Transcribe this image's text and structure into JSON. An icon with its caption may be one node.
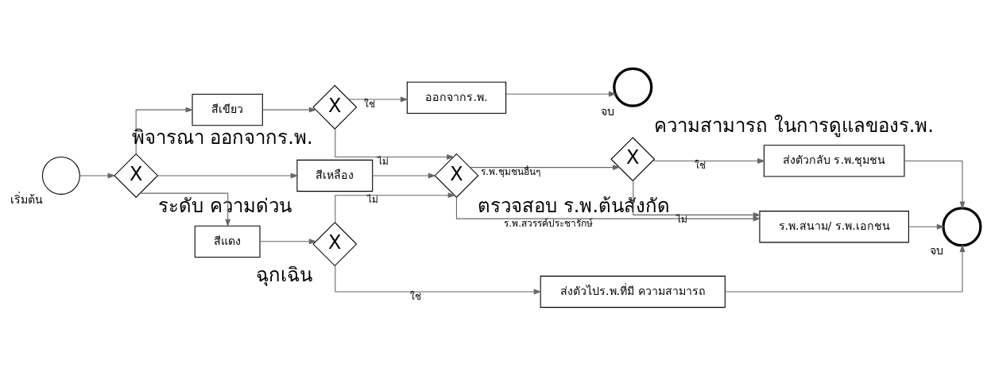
{
  "diagram": {
    "nodes": [
      {
        "text": [],
        "shape": "circle",
        "beside": [
          "เริ่มต้น"
        ]
      },
      {
        "text": [
          "X"
        ],
        "beside": [
          "ระดับ ความด่วน"
        ]
      },
      {
        "text": [
          "สีเขียว"
        ]
      },
      {
        "text": [
          "สีเหลือง"
        ]
      },
      {
        "text": [
          "สีแดง"
        ]
      },
      {
        "text": [
          "X"
        ],
        "beside": [
          "พิจารณา ออกจากร.พ."
        ]
      },
      {
        "text": [
          "ออกจากร.พ."
        ]
      },
      {
        "text": [],
        "shape": "circle",
        "beside": [
          "จบ"
        ]
      },
      {
        "text": [
          "X"
        ],
        "beside": [
          "ฉุกเฉิน"
        ]
      },
      {
        "text": [
          "X"
        ],
        "beside": [
          "ตรวจสอบ ร.พ.ต้นสังกัด"
        ]
      },
      {
        "text": [
          "ส่งตัวไปร.พ.ที่มี ความสามารถ"
        ]
      },
      {
        "text": [
          "X"
        ],
        "beside": [
          "ความสามารถ ในการดูแลของร.พ."
        ]
      },
      {
        "text": [
          "ส่งตัวกลับ ร.พ.ชุมชน"
        ]
      },
      {
        "text": [
          "ร.พ.สนาม/ ร.พ.เอกชน"
        ]
      },
      {
        "text": [],
        "shape": "circle",
        "beside": [
          "จบ"
        ]
      }
    ],
    "edges": [
      {
        "from": 0,
        "to": 1,
        "arrow": "to"
      },
      {
        "from": 1,
        "to": 2,
        "arrow": "to"
      },
      {
        "from": 1,
        "to": 3,
        "arrow": "to"
      },
      {
        "from": 1,
        "to": 4,
        "arrow": "to"
      },
      {
        "from": 2,
        "to": 5,
        "arrow": "to"
      },
      {
        "from": 5,
        "to": 6,
        "arrow": "to",
        "label": "ใช่"
      },
      {
        "from": 6,
        "to": 7,
        "arrow": "to"
      },
      {
        "from": 5,
        "to": 9,
        "arrow": "to",
        "label": "ไม่"
      },
      {
        "from": 3,
        "to": 9,
        "arrow": "to"
      },
      {
        "from": 4,
        "to": 8,
        "arrow": "to"
      },
      {
        "from": 8,
        "to": 9,
        "arrow": "to",
        "label": "ไม่"
      },
      {
        "from": 8,
        "to": 10,
        "arrow": "to",
        "label": "ใช่"
      },
      {
        "from": 9,
        "to": 11,
        "arrow": "to",
        "label": "ร.พ.ชุมชนอื่นๆ"
      },
      {
        "from": 9,
        "to": 13,
        "arrow": "to",
        "label": "ร.พ.สวรรค์ประชารักษ์"
      },
      {
        "from": 11,
        "to": 12,
        "arrow": "to",
        "label": "ใช่"
      },
      {
        "from": 11,
        "to": 13,
        "arrow": "to",
        "label": "ไม่"
      },
      {
        "from": 12,
        "to": 14,
        "arrow": "to"
      },
      {
        "from": 13,
        "to": 14,
        "arrow": "to"
      },
      {
        "from": 10,
        "to": 14,
        "arrow": "to"
      }
    ]
  }
}
